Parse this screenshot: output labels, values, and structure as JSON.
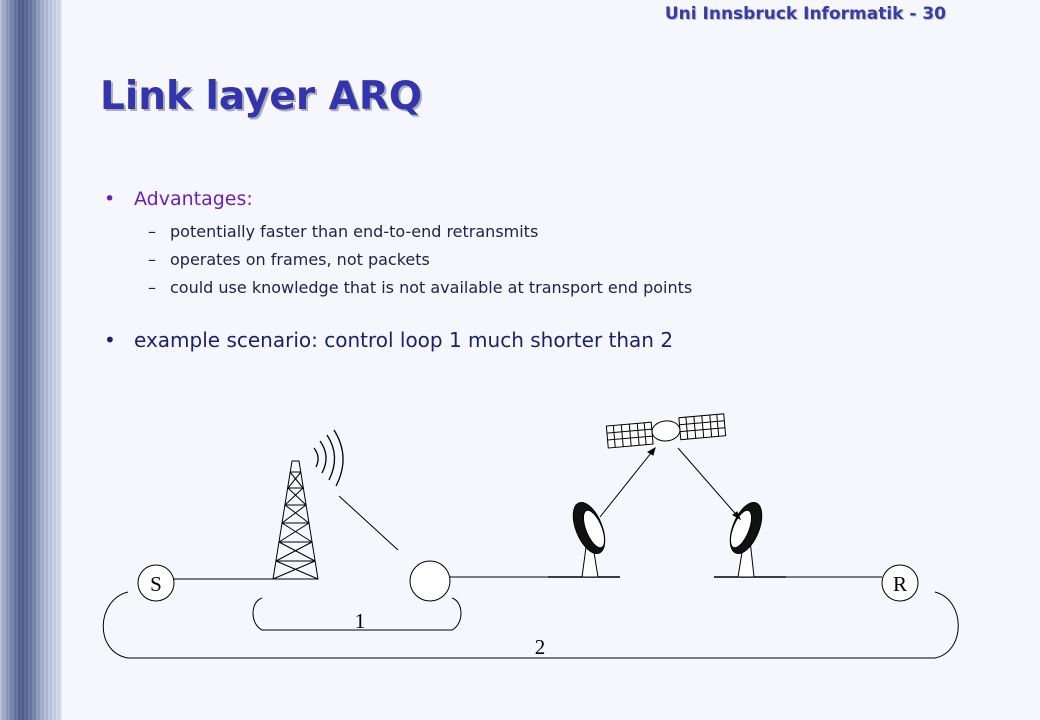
{
  "header": {
    "page_label": "Uni Innsbruck Informatik - 30"
  },
  "title": "Link layer ARQ",
  "bullets": {
    "advantages_label": "Advantages:",
    "advantages": [
      "potentially faster than end-to-end retransmits",
      "operates on frames, not packets",
      "could use knowledge that is not available at transport end points"
    ],
    "scenario": "example scenario: control loop 1 much shorter than 2"
  },
  "diagram": {
    "sender_label": "S",
    "receiver_label": "R",
    "loop_1_label": "1",
    "loop_2_label": "2"
  }
}
